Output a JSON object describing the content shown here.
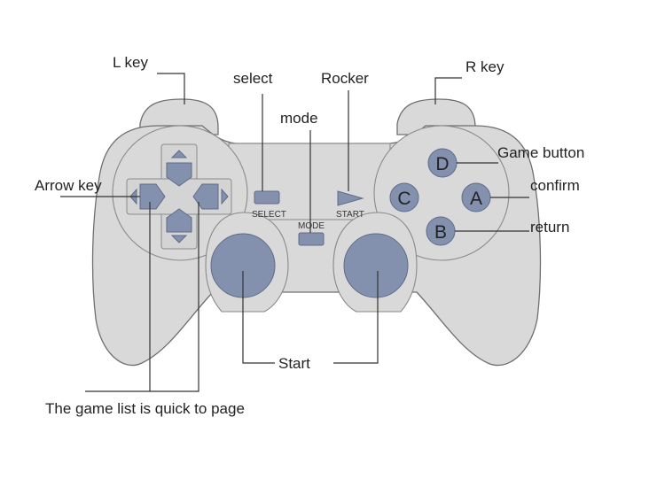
{
  "labels": {
    "l_key": "L key",
    "select": "select",
    "rocker": "Rocker",
    "r_key": "R key",
    "mode": "mode",
    "game_button": "Game button",
    "arrow_key": "Arrow key",
    "confirm": "confirm",
    "return": "return",
    "start": "Start",
    "quick_page": "The game list is quick to page"
  },
  "controller_text": {
    "select": "SELECT",
    "start": "START",
    "mode": "MODE"
  },
  "buttons": {
    "a": "A",
    "b": "B",
    "c": "C",
    "d": "D"
  },
  "colors": {
    "body": "#d9d9d9",
    "outline": "#6f6f6f",
    "accent": "#8391ae"
  }
}
